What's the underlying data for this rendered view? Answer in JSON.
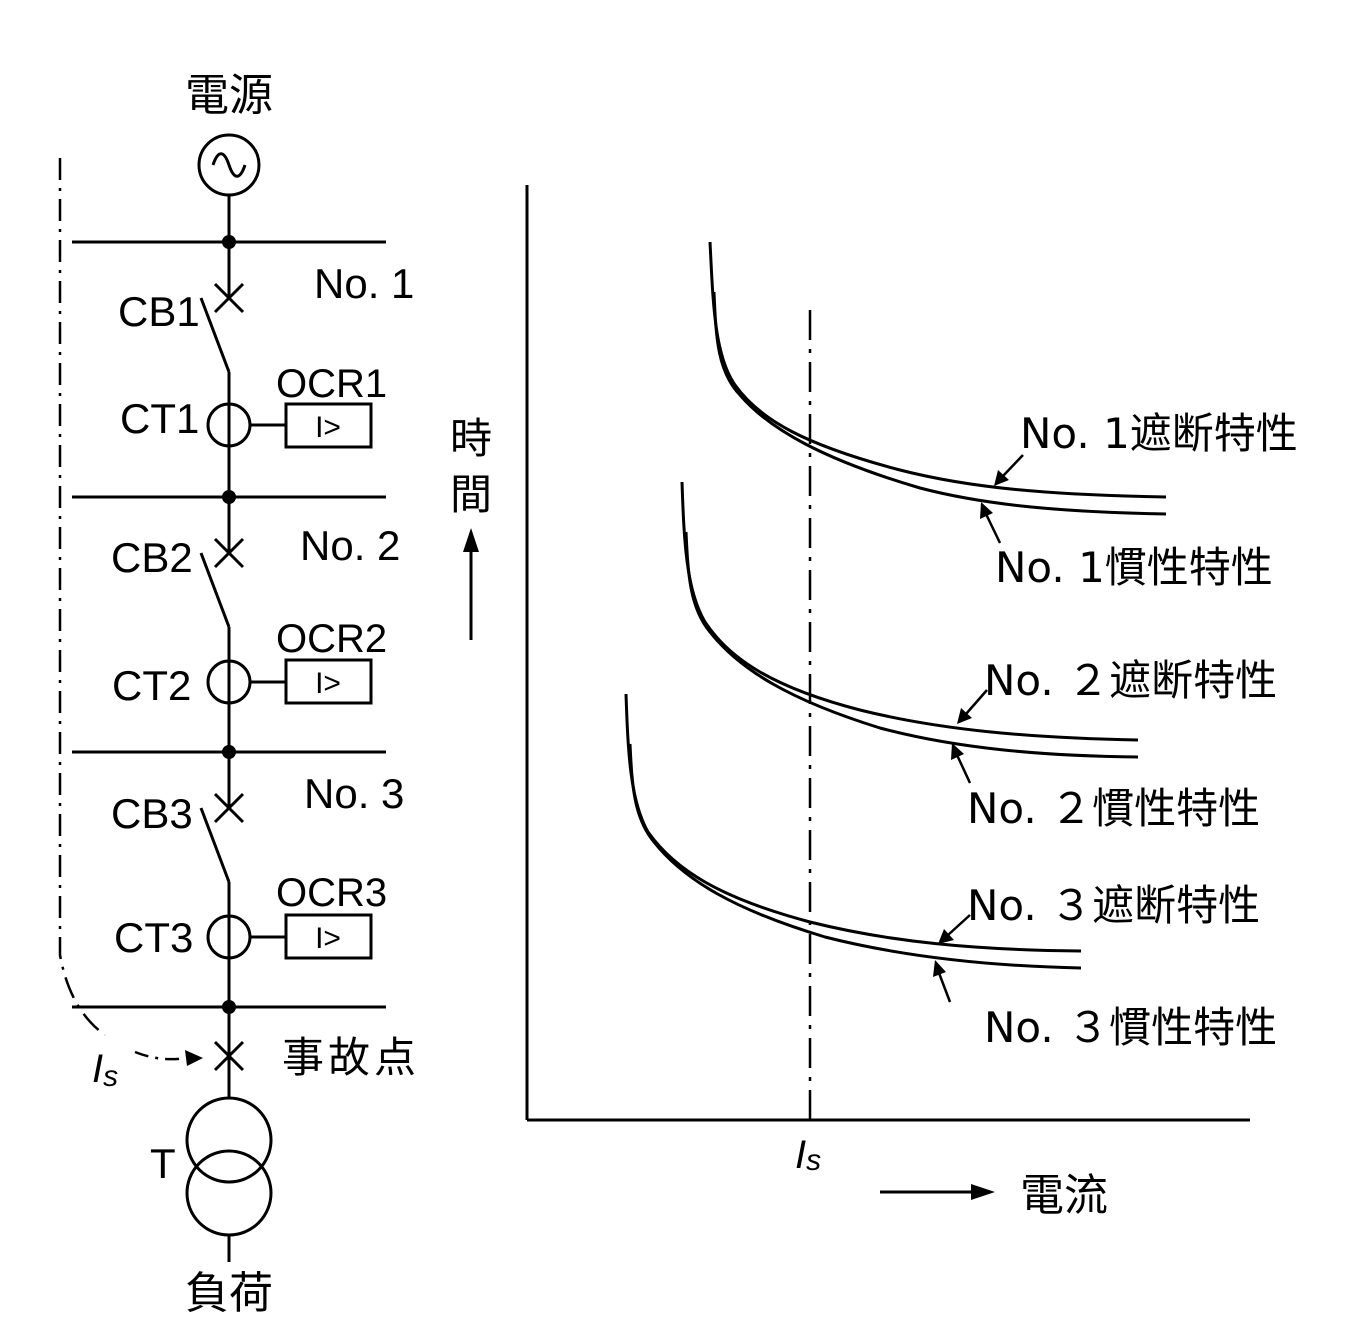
{
  "single_line": {
    "source_label": "電源",
    "source_symbol": "~",
    "sections": [
      {
        "no_label": "No. 1",
        "cb_label": "CB1",
        "ct_label": "CT1",
        "ocr_label": "OCR1",
        "relay_symbol": "I>"
      },
      {
        "no_label": "No. 2",
        "cb_label": "CB2",
        "ct_label": "CT2",
        "ocr_label": "OCR2",
        "relay_symbol": "I>"
      },
      {
        "no_label": "No. 3",
        "cb_label": "CB3",
        "ct_label": "CT3",
        "ocr_label": "OCR3",
        "relay_symbol": "I>"
      }
    ],
    "fault_label": "事故点",
    "fault_current_label": "I",
    "fault_current_subscript": "s",
    "transformer_label": "T",
    "load_label": "負荷"
  },
  "chart": {
    "y_axis_label_1": "時",
    "y_axis_label_2": "間",
    "x_axis_label": "電流",
    "is_label_main": "I",
    "is_label_sub": "s",
    "curve_labels": [
      {
        "breaking": "No. 1遮断特性",
        "inertia": "No. 1慣性特性"
      },
      {
        "breaking": "No. ２遮断特性",
        "inertia": "No. ２慣性特性"
      },
      {
        "breaking": "No. ３遮断特性",
        "inertia": "No. ３慣性特性"
      }
    ]
  }
}
